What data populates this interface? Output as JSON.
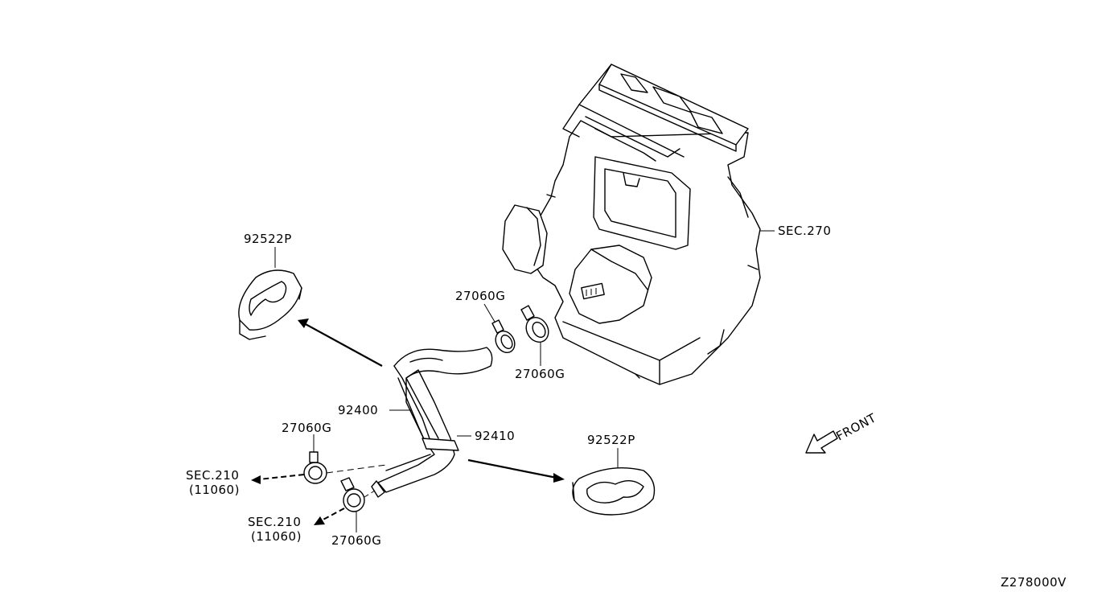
{
  "diagram": {
    "labels": {
      "sec270": "SEC.270",
      "grommet_upper": "92522P",
      "grommet_lower": "92522P",
      "clamp_a": "27060G",
      "clamp_b": "27060G",
      "clamp_c": "27060G",
      "clamp_d": "27060G",
      "hose_inlet": "92400",
      "hose_outlet": "92410",
      "sec210_a": "SEC.210",
      "sec210_a_ref": "(11060)",
      "sec210_b": "SEC.210",
      "sec210_b_ref": "(11060)",
      "front": "FRONT",
      "diagram_id": "Z278000V"
    }
  }
}
